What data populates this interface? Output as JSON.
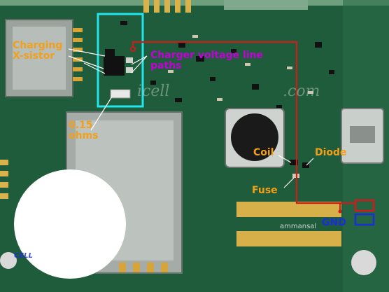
{
  "labels": {
    "charging_transistor": [
      "Charging",
      "X-sistor"
    ],
    "charger_voltage_paths": [
      "Charger voltage line",
      "paths"
    ],
    "resistor_value": [
      "0.15",
      "ohms"
    ],
    "coil": "Coil",
    "diode": "Diode",
    "fuse": "Fuse",
    "gnd": "GND"
  },
  "watermark": {
    "left": "icell",
    "right": ".com",
    "bottom_small": "ammansal",
    "brand": "CELL"
  },
  "colors": {
    "board": "#1d5a3a",
    "annotation_orange": "#f2a01a",
    "annotation_magenta": "#c400d6",
    "trace_red": "#d11a1a",
    "highlight_cyan": "#22e6ee",
    "gnd_blue": "#1a2fd8"
  }
}
